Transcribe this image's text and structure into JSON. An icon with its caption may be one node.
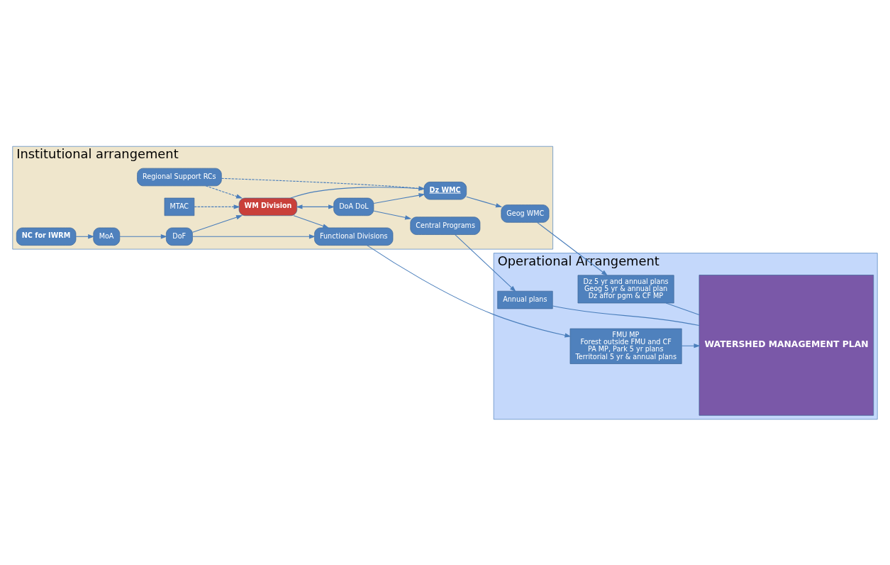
{
  "diagram": {
    "nodes": [
      {
        "text": [
          "Institutional arrangement"
        ]
      },
      {
        "text": [
          "Operational Arrangement"
        ]
      },
      {
        "text": [
          "NC for IWRM"
        ],
        "in": 0
      },
      {
        "text": [
          "MoA"
        ],
        "in": 0
      },
      {
        "text": [
          "DoA DoL"
        ],
        "in": 0
      },
      {
        "text": [
          "Central Programs"
        ],
        "in": 0
      },
      {
        "text": [
          "DoF"
        ],
        "in": 0
      },
      {
        "text": [
          "MTAC"
        ],
        "in": 0
      },
      {
        "text": [
          "Functional Divisions"
        ],
        "in": 0
      },
      {
        "text": [
          "WM Division"
        ],
        "in": 0
      },
      {
        "text": [
          "Regional Support RCs"
        ],
        "in": 0
      },
      {
        "text": [
          "Dz WMC"
        ],
        "in": 0
      },
      {
        "text": [
          "Geog WMC"
        ],
        "in": 0
      },
      {
        "text": [
          "Annual plans"
        ],
        "in": 1
      },
      {
        "text": [
          "FMU MP",
          "Forest outside FMU and CF",
          "PA MP, Park 5 yr plans",
          "Territorial 5 yr & annual plans"
        ],
        "in": 1
      },
      {
        "text": [
          "Dz 5 yr and annual plans",
          "Geog 5 yr & annual plan",
          "Dz affor pgm & CF MP"
        ],
        "in": 1
      },
      {
        "text": [
          "WATERSHED MANAGEMENT PLAN"
        ],
        "in": 1
      }
    ],
    "edges": [
      {
        "from": 2,
        "to": 3,
        "arrow": "to"
      },
      {
        "from": 3,
        "to": 6,
        "arrow": "to"
      },
      {
        "from": 6,
        "to": 9,
        "arrow": "to"
      },
      {
        "from": 6,
        "to": 8,
        "arrow": "to"
      },
      {
        "from": 7,
        "to": 9,
        "arrow": "to",
        "style": "dashed"
      },
      {
        "from": 9,
        "to": 4,
        "arrow": "both"
      },
      {
        "from": 4,
        "to": 5,
        "arrow": "to"
      },
      {
        "from": 9,
        "to": 8,
        "arrow": "to"
      },
      {
        "from": 9,
        "to": 11,
        "arrow": "to"
      },
      {
        "from": 4,
        "to": 11,
        "arrow": "to"
      },
      {
        "from": 10,
        "to": 9,
        "arrow": "to",
        "style": "dashed"
      },
      {
        "from": 10,
        "to": 11,
        "arrow": "to",
        "style": "dashed"
      },
      {
        "from": 11,
        "to": 12,
        "arrow": "to"
      },
      {
        "from": 5,
        "to": 13,
        "arrow": "to"
      },
      {
        "from": 8,
        "to": 14,
        "arrow": "to"
      },
      {
        "from": 12,
        "to": 15,
        "arrow": "to"
      },
      {
        "from": 13,
        "to": 16,
        "arrow": "none"
      },
      {
        "from": 14,
        "to": 16,
        "arrow": "to"
      },
      {
        "from": 15,
        "to": 16,
        "arrow": "none"
      }
    ]
  }
}
